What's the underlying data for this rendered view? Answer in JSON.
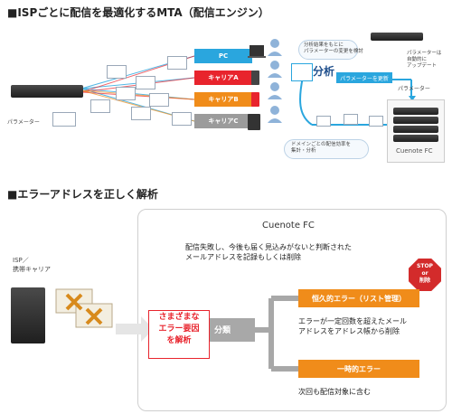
{
  "section1": {
    "title": "■ISPごとに配信を最適化するMTA（配信エンジン）",
    "param_label": "パラメーター",
    "carriers": [
      {
        "label": "PC",
        "color": "#2aa6de"
      },
      {
        "label": "キャリアA",
        "color": "#e8242d"
      },
      {
        "label": "キャリアB",
        "color": "#f08c1a"
      },
      {
        "label": "キャリアC",
        "color": "#9b9b9b"
      }
    ],
    "analysis_note": "分析結果をもとに\nパラメーターの変更を検討",
    "auto_update_note": "パラメーターは\n自動的に\nアップデート",
    "analysis_label": "分析",
    "param_update_label": "パラメーターを更新",
    "param_small_label": "パラメーター",
    "domain_note": "ドメインごとの配信効率を\n集計・分析",
    "cuenote_label": "Cuenote FC"
  },
  "section2": {
    "title": "■エラーアドレスを正しく解析",
    "isp_label": "ISP／\n携帯キャリア",
    "cuenote_label": "Cuenote FC",
    "description": "配信失敗し、今後も届く見込みがないと判断された\nメールアドレスを記録もしくは削除",
    "stop_sign": {
      "line1": "STOP",
      "line2": "or",
      "line3": "削除"
    },
    "analysis_box": "さまざまな\nエラー要因\nを解析",
    "classify_label": "分類",
    "permanent_error": "恒久的エラー（リスト管理）",
    "permanent_note": "エラーが一定回数を超えたメール\nアドレスをアドレス帳から削除",
    "temporary_error": "一時的エラー",
    "temporary_note": "次回も配信対象に含む"
  }
}
